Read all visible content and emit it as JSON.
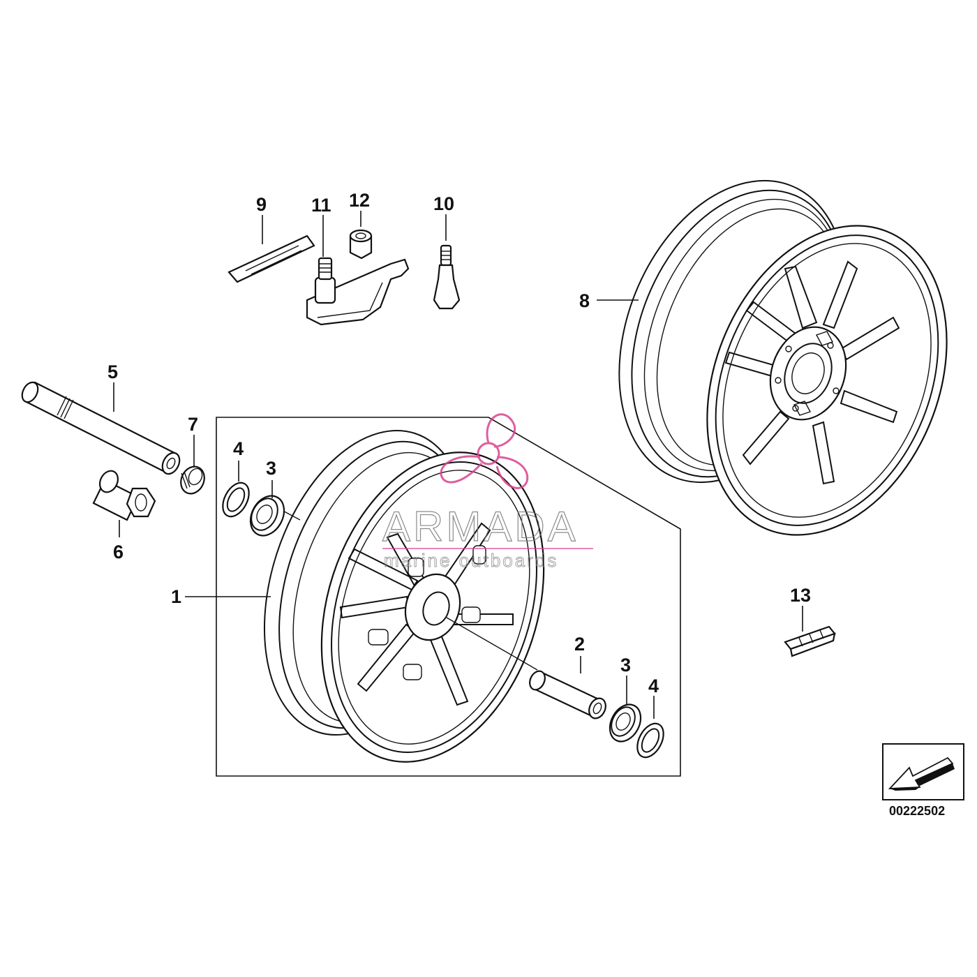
{
  "diagram": {
    "callouts": {
      "c1": "1",
      "c2": "2",
      "c3a": "3",
      "c3b": "3",
      "c4a": "4",
      "c4b": "4",
      "c5": "5",
      "c6": "6",
      "c7": "7",
      "c8": "8",
      "c9": "9",
      "c10": "10",
      "c11": "11",
      "c12": "12",
      "c13": "13"
    },
    "document_number": "00222502",
    "watermark": {
      "brand": "ARMADA",
      "tagline": "marine outboards",
      "accent_color": "#d9428f"
    }
  }
}
